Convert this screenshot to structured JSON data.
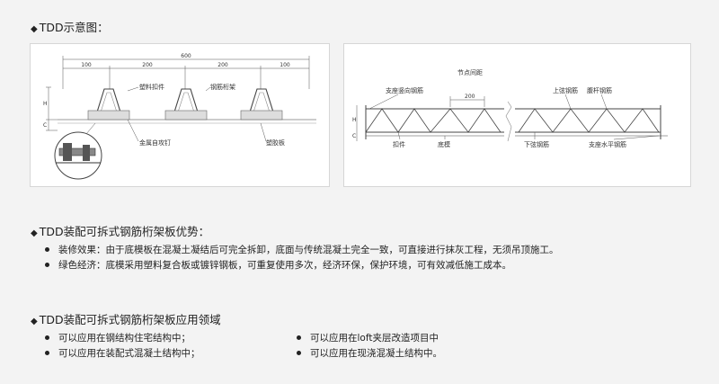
{
  "section1": {
    "title": "TDD示意图："
  },
  "diagram_left": {
    "dims": {
      "total": "600",
      "d1": "100",
      "d2": "200",
      "d3": "200",
      "d4": "100"
    },
    "side": {
      "h": "H",
      "c": "C"
    },
    "labels": {
      "plastic_clip": "塑料扣件",
      "truss": "钢筋桁架",
      "screw": "金属自攻钉",
      "plastic_board": "塑胶板"
    }
  },
  "diagram_right": {
    "labels": {
      "node_spacing": "节点间距",
      "dim_200": "200",
      "support_vertical": "支座竖向钢筋",
      "top_chord": "上弦钢筋",
      "web": "腹杆钢筋",
      "clip": "扣件",
      "bottom_form": "底模",
      "bottom_chord": "下弦钢筋",
      "support_horizontal": "支座水平钢筋"
    },
    "side": {
      "h": "H",
      "c": "C"
    }
  },
  "section2": {
    "title": "TDD装配可拆式钢筋桁架板优势：",
    "items": [
      "装修效果：由于底模板在混凝土凝结后可完全拆卸，底面与传统混凝土完全一致，可直接进行抹灰工程，无须吊顶施工。",
      "绿色经济：底模采用塑料复合板或镀锌钢板，可重复使用多次，经济环保，保护环境，可有效减低施工成本。"
    ]
  },
  "section3": {
    "title": "TDD装配可拆式钢筋桁架板应用领域",
    "items": [
      "可以应用在钢结构住宅结构中；",
      "可以应用在loft夹层改造项目中",
      "可以应用在装配式混凝土结构中；",
      "可以应用在现浇混凝土结构中。"
    ]
  }
}
